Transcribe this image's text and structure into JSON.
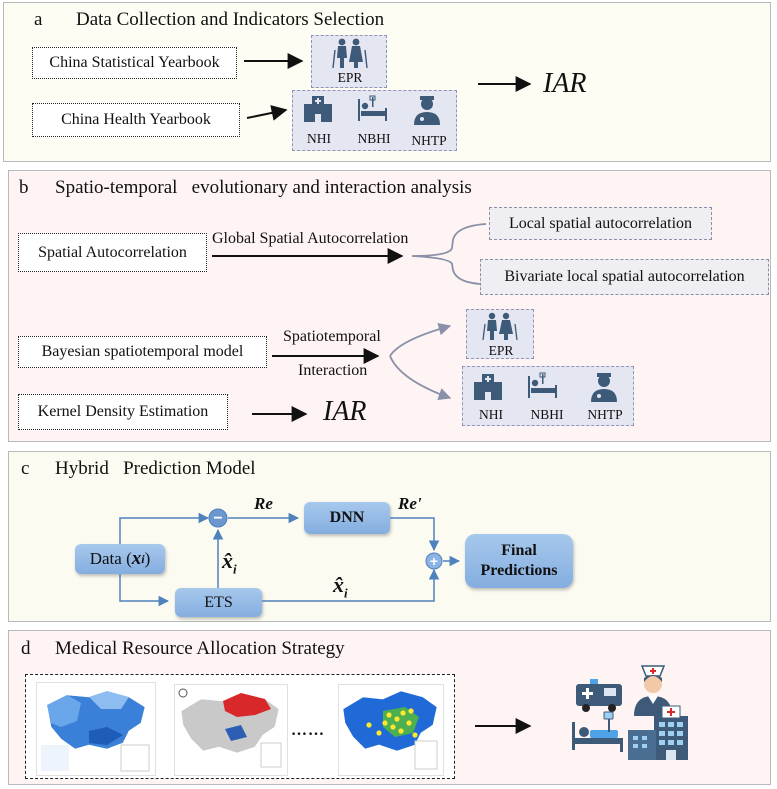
{
  "panels": {
    "a": {
      "letter": "a",
      "title": "Data Collection and Indicators Selection",
      "sources": [
        "China Statistical Yearbook",
        "China Health Yearbook"
      ],
      "indicators": [
        "EPR",
        "NHI",
        "NBHI",
        "NHTP"
      ],
      "output": "IAR"
    },
    "b": {
      "letter": "b",
      "title": "Spatio-temporal   evolutionary and interaction analysis",
      "spatial": "Spatial Autocorrelation",
      "global": "Global Spatial Autocorrelation",
      "local": "Local spatial autocorrelation",
      "bivariate": "Bivariate local spatial autocorrelation",
      "bayesian": "Bayesian spatiotemporal model",
      "interaction_line1": "Spatiotemporal",
      "interaction_line2": "Interaction",
      "indicators": [
        "EPR",
        "NHI",
        "NBHI",
        "NHTP"
      ],
      "kde": "Kernel Density Estimation",
      "output": "IAR"
    },
    "c": {
      "letter": "c",
      "title": "Hybrid   Prediction Model",
      "data_label": "Data (",
      "data_var": "x",
      "data_sub": "i",
      "data_close": ")",
      "ets": "ETS",
      "dnn": "DNN",
      "re": "Re",
      "re_prime": "Re'",
      "xhat": "x̂",
      "xhat_sub": "i",
      "final_line1": "Final",
      "final_line2": "Predictions",
      "minus": "−",
      "plus": "+"
    },
    "d": {
      "letter": "d",
      "title": "Medical Resource Allocation Strategy",
      "ellipsis": "……"
    }
  },
  "colors": {
    "panel_a_bg": "#fdfdf4",
    "panel_b_bg": "#fdf4f3",
    "panel_c_bg": "#fbfbf1",
    "panel_d_bg": "#fdf4f3",
    "icon_dark": "#3d5a78",
    "blue_line": "#4f81bd",
    "map_blue": "#3a7fd8",
    "map_red": "#d8282a"
  }
}
